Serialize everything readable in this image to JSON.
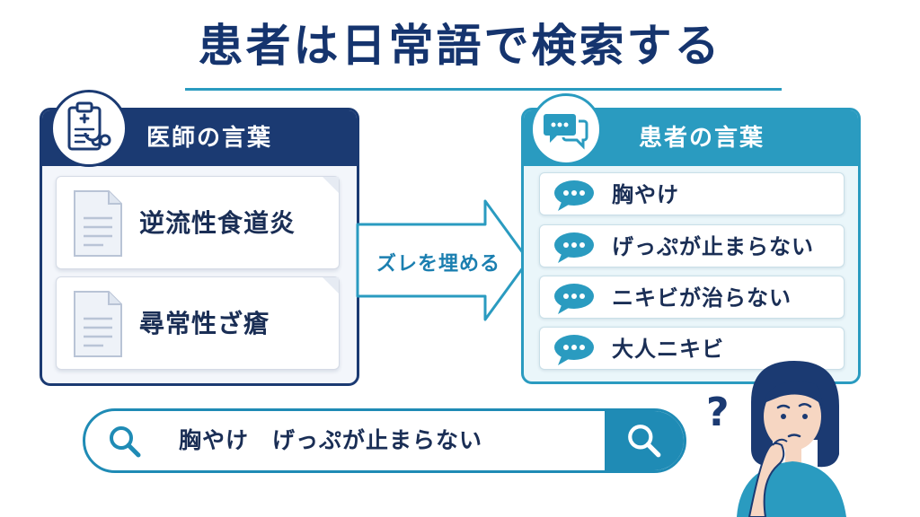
{
  "title": "患者は日常語で検索する",
  "doctor_panel": {
    "header": "医師の言葉",
    "terms": [
      "逆流性食道炎",
      "尋常性ざ瘡"
    ]
  },
  "arrow_label": "ズレを埋める",
  "patient_panel": {
    "header": "患者の言葉",
    "items": [
      "胸やけ",
      "げっぷが止まらない",
      "ニキビが治らない",
      "大人ニキビ"
    ]
  },
  "search_bar": {
    "query": "胸やけ　げっぷが止まらない"
  },
  "colors": {
    "navy": "#1b3a72",
    "teal": "#2a9bc0",
    "title": "#15346e"
  }
}
